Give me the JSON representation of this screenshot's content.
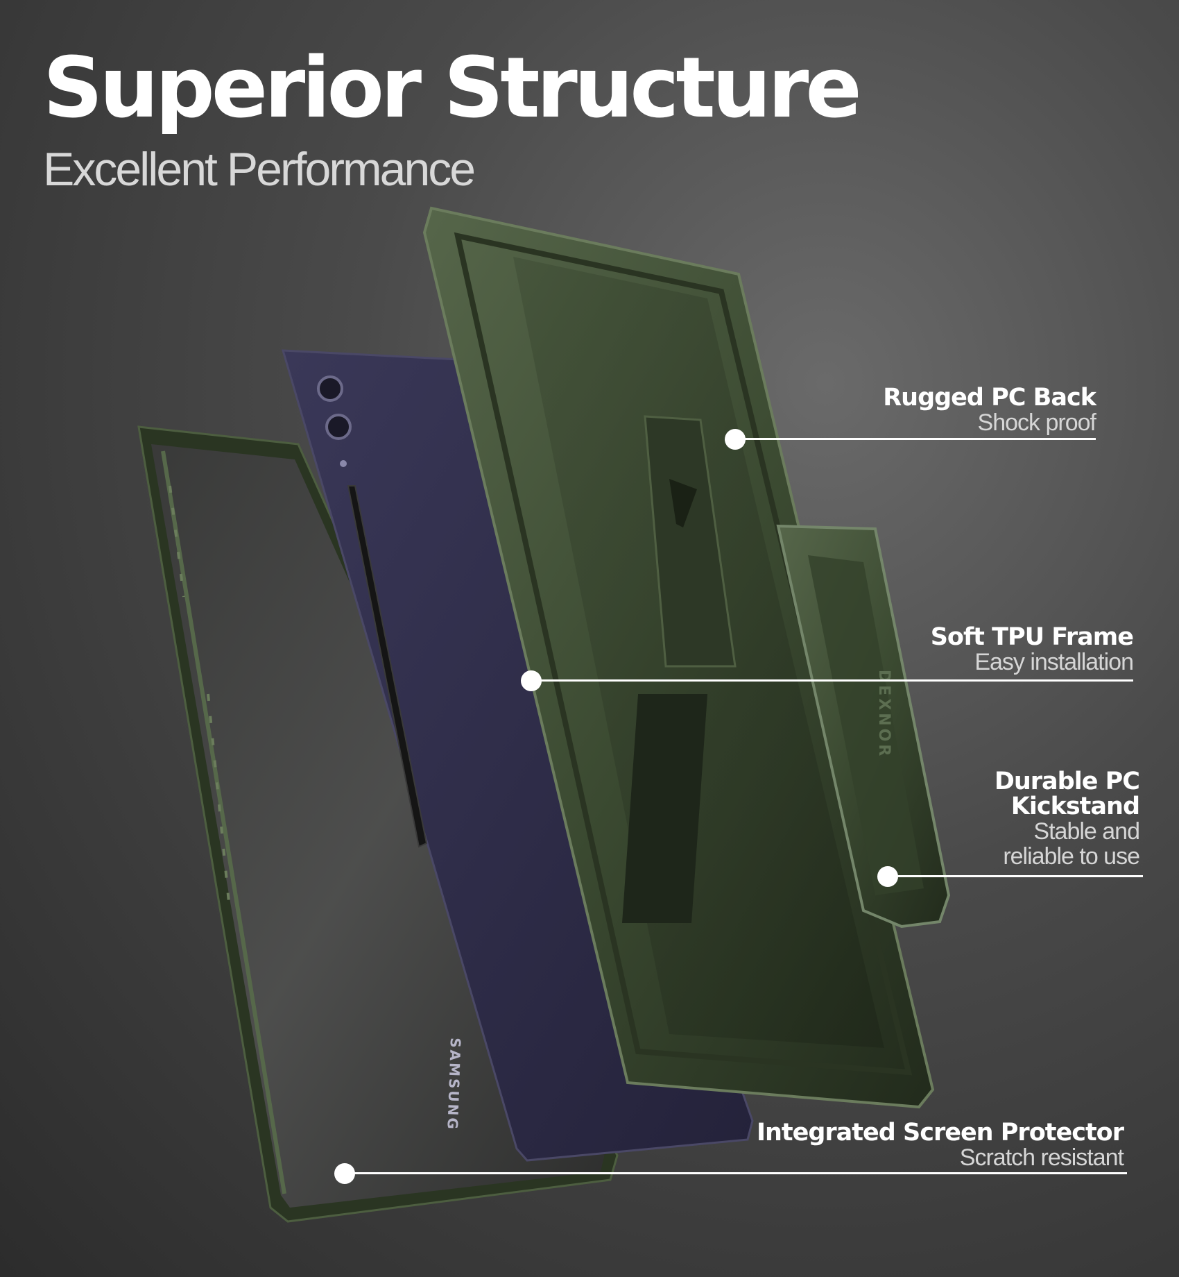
{
  "header": {
    "title": "Superior Structure",
    "subtitle": "Excellent Performance"
  },
  "product": {
    "tablet_brand": "SAMSUNG",
    "case_brand": "DEXNOR"
  },
  "colors": {
    "background": "#3d3d3d",
    "case_green": "#3b4a31",
    "tablet_navy": "#2d2b44",
    "callout_white": "#ffffff"
  },
  "callouts": [
    {
      "title": "Rugged PC Back",
      "subtitle": "Shock proof"
    },
    {
      "title": "Soft TPU Frame",
      "subtitle": "Easy installation"
    },
    {
      "title": "Durable PC\nKickstand",
      "subtitle": "Stable  and\nreliable to use"
    },
    {
      "title": "Integrated Screen Protector",
      "subtitle": "Scratch resistant"
    }
  ]
}
